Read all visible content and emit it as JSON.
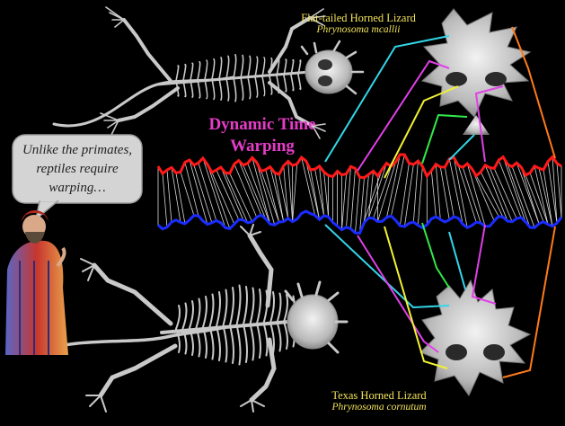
{
  "top_species": {
    "common_name": "Flat-tailed Horned Lizard",
    "scientific_name": "Phrynosoma mcallii"
  },
  "bottom_species": {
    "common_name": "Texas Horned Lizard",
    "scientific_name": "Phrynosoma cornutum"
  },
  "figure_title": "Dynamic Time Warping",
  "speech_bubble": "Unlike the primates, reptiles require warping…",
  "colors": {
    "background": "#000000",
    "label_yellow": "#f2e25a",
    "title_magenta": "#e63cc8",
    "top_series": "#ff1a1a",
    "bottom_series": "#1a2cff",
    "alignment_lines": "#d8d8d8",
    "correspondence_lines": [
      "#33d6e8",
      "#e040e8",
      "#f2f233",
      "#33e84a",
      "#33d6e8",
      "#e040e8",
      "#ff7a1a"
    ]
  },
  "icons": [
    "lizard-skeleton-top",
    "lizard-skeleton-bottom",
    "skull-top",
    "skull-bottom",
    "scholar-figure"
  ]
}
